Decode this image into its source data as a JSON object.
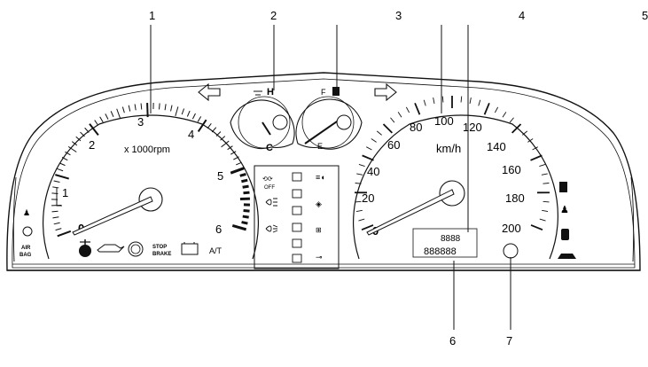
{
  "callouts": {
    "top": [
      "1",
      "2",
      "3",
      "4",
      "5"
    ],
    "bottom": [
      "6",
      "7"
    ]
  },
  "tachometer": {
    "unit": "x 1000rpm",
    "numbers": [
      "0",
      "1",
      "2",
      "3",
      "4",
      "5",
      "6"
    ]
  },
  "speedometer": {
    "unit": "km/h",
    "numbers": [
      "0",
      "20",
      "40",
      "60",
      "80",
      "100",
      "120",
      "140",
      "160",
      "180",
      "200"
    ]
  },
  "temperature_gauge": {
    "hot": "H",
    "cold": "C"
  },
  "fuel_gauge": {
    "full": "F",
    "empty": "E"
  },
  "warning_labels": {
    "airbag_line1": "AIR",
    "airbag_line2": "BAG",
    "stop_brake_line1": "STOP",
    "stop_brake_line2": "BRAKE",
    "at": "A/T",
    "off": "OFF"
  },
  "lcd": {
    "upper": "8888",
    "lower": "888888"
  },
  "colors": {
    "line": "#111111",
    "background": "#ffffff"
  },
  "icons": [
    "left-turn-arrow-icon",
    "right-turn-arrow-icon",
    "oil-pressure-icon",
    "battery-icon",
    "brake-warning-icon",
    "fuel-pump-icon",
    "seatbelt-icon",
    "door-open-icon",
    "headlight-icon",
    "fog-light-icon",
    "cruise-icon"
  ]
}
